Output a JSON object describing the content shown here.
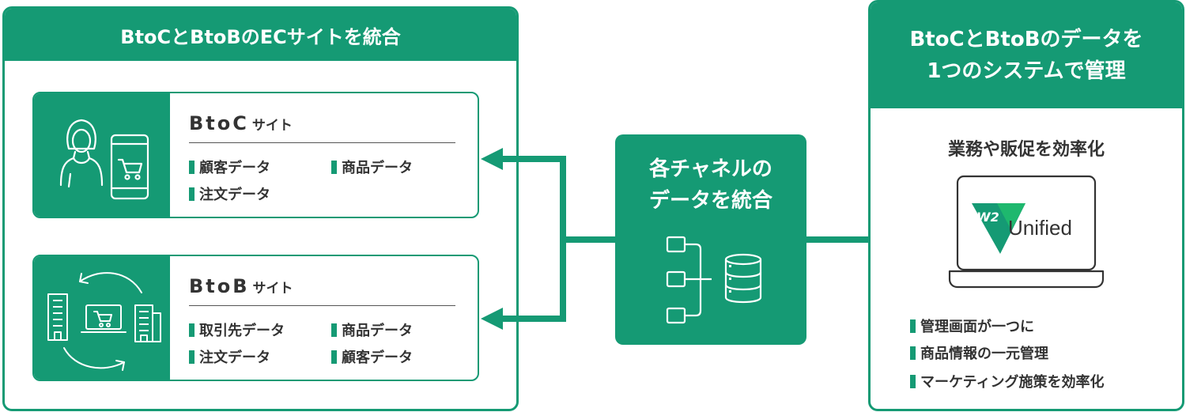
{
  "left_panel": {
    "title": "BtoCとBtoBのECサイトを統合",
    "btoc": {
      "title_main": "BtoC",
      "title_suffix": "サイト",
      "items": [
        "顧客データ",
        "商品データ",
        "注文データ"
      ]
    },
    "btob": {
      "title_main": "BtoB",
      "title_suffix": "サイト",
      "items": [
        "取引先データ",
        "商品データ",
        "注文データ",
        "顧客データ"
      ]
    }
  },
  "center": {
    "line1": "各チャネルの",
    "line2": "データを統合"
  },
  "right_panel": {
    "title_line1": "BtoCとBtoBのデータを",
    "title_line2": "1つのシステムで管理",
    "subtitle": "業務や販促を効率化",
    "logo": {
      "badge": "W2",
      "text": "Unified"
    },
    "features": [
      "管理画面が一つに",
      "商品情報の一元管理",
      "マーケティング施策を効率化"
    ]
  },
  "colors": {
    "brand_green": "#159a74",
    "logo_green": "#1eb86e",
    "text_dark": "#333333"
  },
  "icons": {
    "btoc": [
      "person-icon",
      "smartphone-cart-icon"
    ],
    "btob": [
      "building-icon",
      "laptop-cart-icon",
      "cycle-arrows-icon"
    ],
    "center": [
      "list-icon",
      "database-icon"
    ],
    "right": [
      "laptop-icon"
    ]
  }
}
